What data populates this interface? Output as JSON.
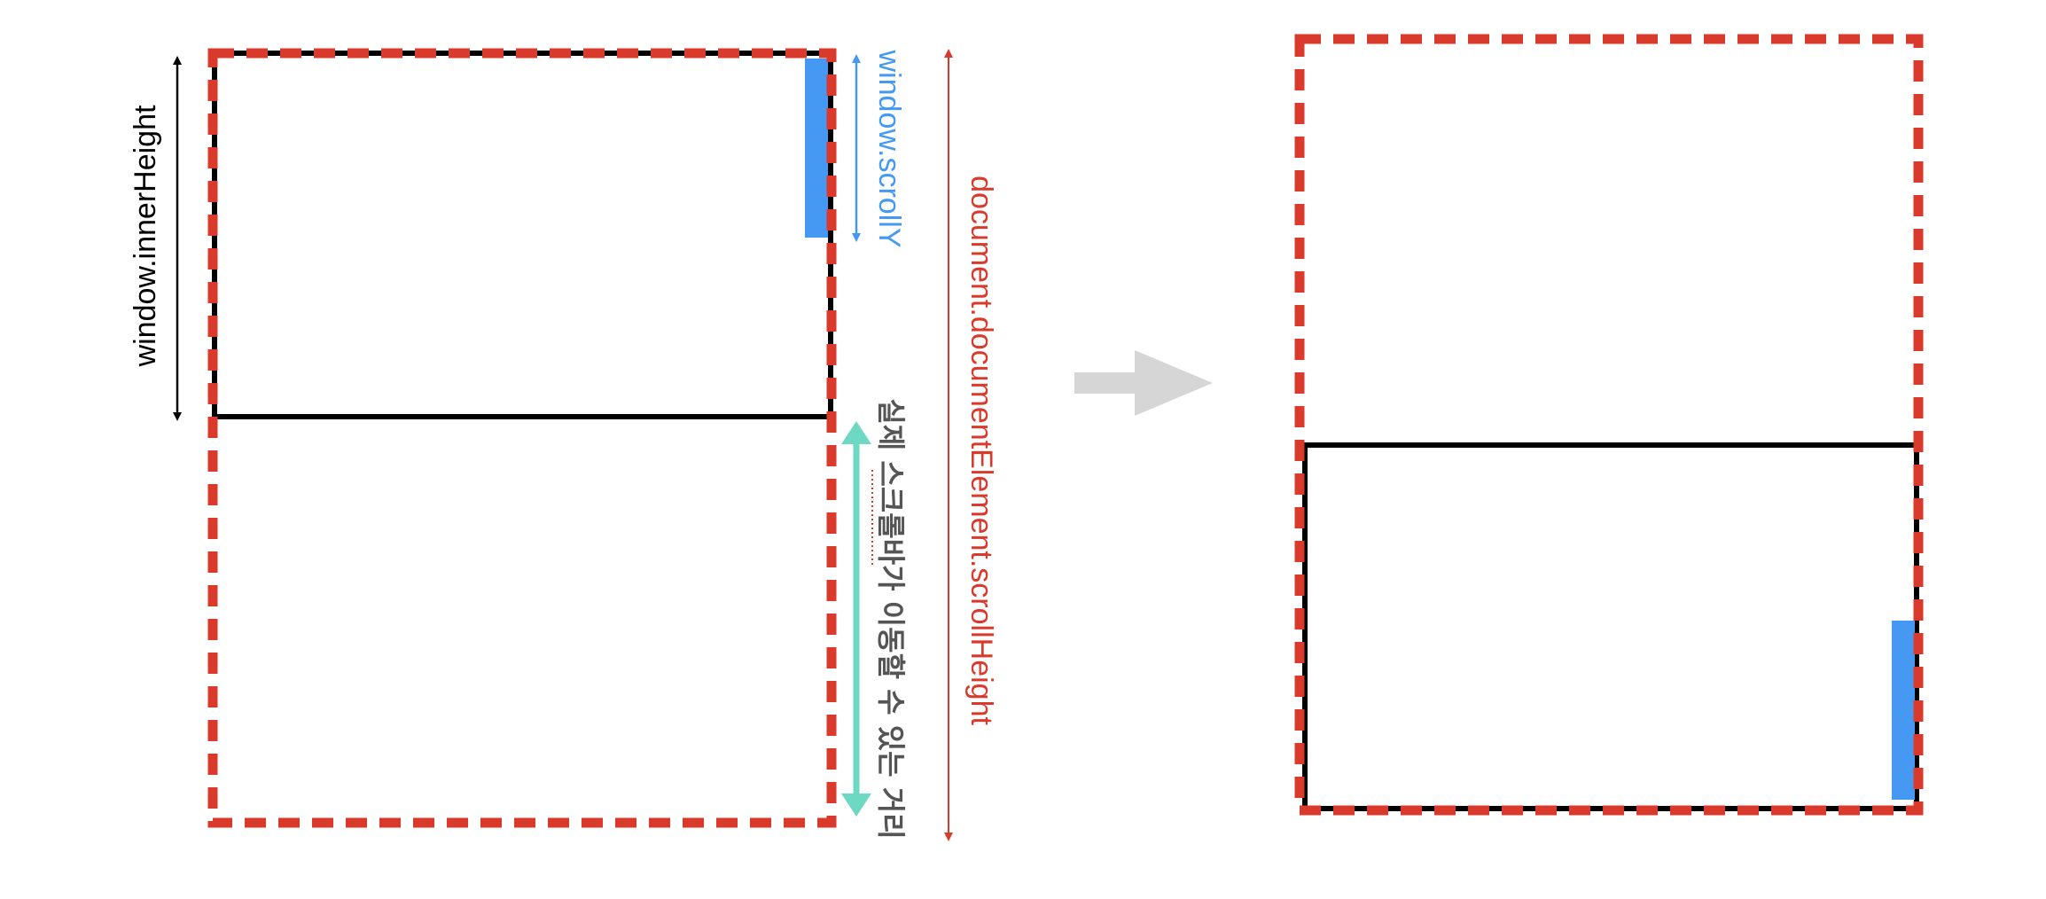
{
  "colors": {
    "document_dashed": "#D93A2B",
    "viewport_border": "#000000",
    "scroll_thumb": "#4599F2",
    "scrolly_arrow": "#4599F2",
    "scroll_distance_arrow": "#6ED9C2",
    "transition_arrow": "#D6D6D6",
    "label_black": "#000000",
    "label_blue": "#4599F2",
    "label_red": "#D93A2B",
    "label_gray": "#555555",
    "spellcheck_underline": "#D93A2B"
  },
  "labels": {
    "inner_height": "window.innerHeight",
    "scroll_y": "window.scrollY",
    "scroll_height": "document.documentElement.scrollHeight",
    "scroll_distance": "실제 스크롤바가 이동할 수 있는 거리"
  },
  "icons": {
    "transition": "right-arrow-icon",
    "dimension_arrow": "double-headed-arrow-icon"
  }
}
